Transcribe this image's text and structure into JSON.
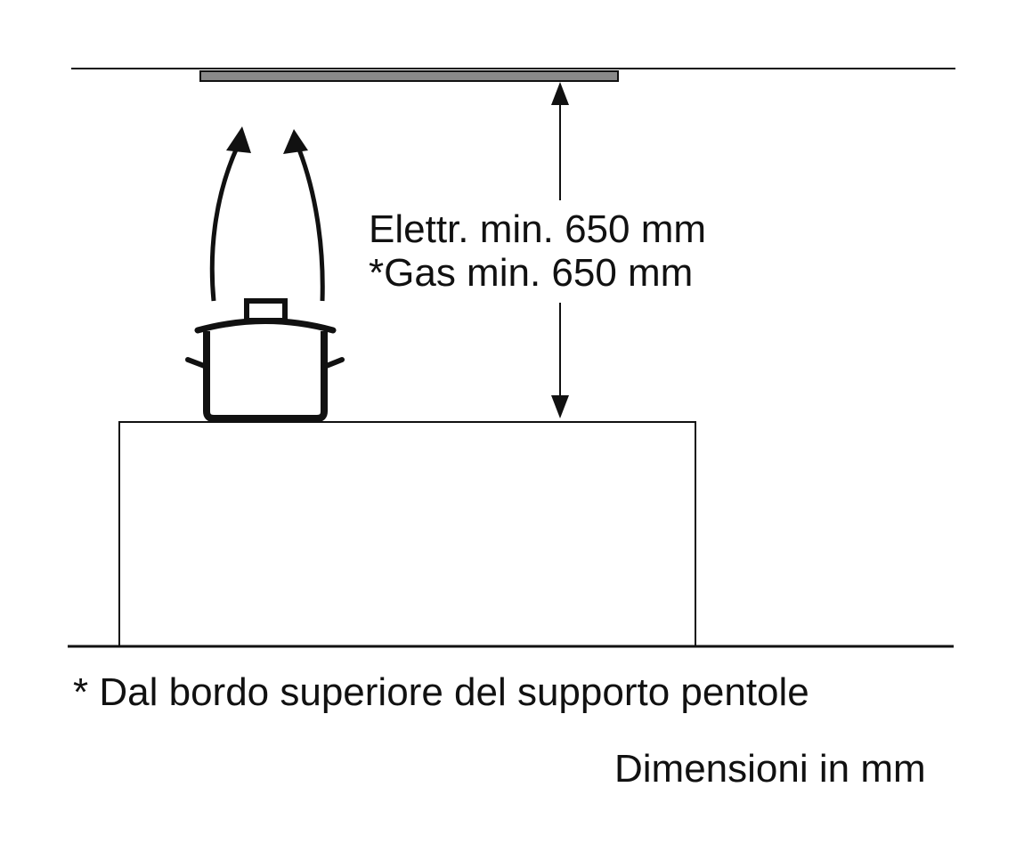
{
  "labels": {
    "electric_min": "Elettr. min. 650 mm",
    "gas_min": "*Gas min. 650 mm",
    "footnote": "* Dal bordo superiore del supporto pentole",
    "units": "Dimensioni in mm"
  },
  "colors": {
    "line": "#111111",
    "hood": "#8a8a8a",
    "background": "#ffffff"
  },
  "icons": {
    "pot": "cooking-pot-icon",
    "steam": "steam-arrow-icon"
  }
}
